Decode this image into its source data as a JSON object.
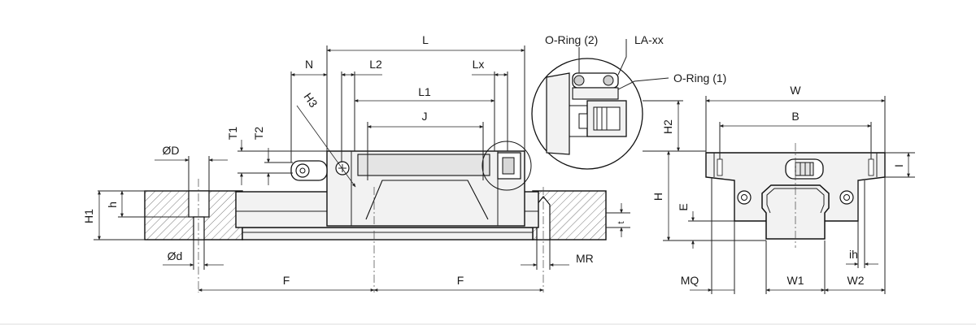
{
  "labels": {
    "L": "L",
    "N": "N",
    "L2": "L2",
    "Lx": "Lx",
    "L1": "L1",
    "J": "J",
    "H3": "H3",
    "T1": "T1",
    "T2": "T2",
    "OD": "ØD",
    "h": "h",
    "H1": "H1",
    "Od": "Ød",
    "F_left": "F",
    "F_right": "F",
    "MR": "MR",
    "t": "t",
    "O_Ring_2": "O-Ring (2)",
    "LA_xx": "LA-xx",
    "O_Ring_1": "O-Ring (1)",
    "H2": "H2",
    "W": "W",
    "B": "B",
    "H": "H",
    "E": "E",
    "I": "I",
    "ih": "ih",
    "MQ": "MQ",
    "W1": "W1",
    "W2": "W2"
  },
  "colors": {
    "line": "#111111",
    "hatch": "#555555",
    "fill": "#f2f2f2"
  }
}
